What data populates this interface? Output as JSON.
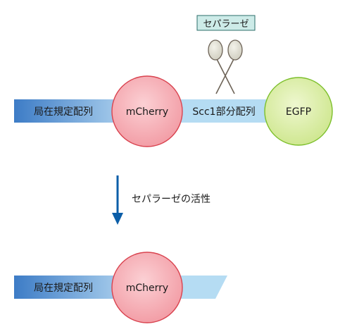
{
  "enzyme": {
    "label": "セパラーゼ",
    "box_fill": "#cdebe8",
    "box_stroke": "#2b6e6a"
  },
  "construct": {
    "localization_seq": "局在規定配列",
    "mcherry": "mCherry",
    "scc1_region": "Scc1部分配列",
    "egfp": "EGFP"
  },
  "step": {
    "label": "セパラーゼの活性",
    "arrow_color": "#0b5ea8"
  },
  "product": {
    "localization_seq": "局在規定配列",
    "mcherry": "mCherry"
  },
  "colors": {
    "loc_dark": "#3f7fc8",
    "loc_light": "#a9cdec",
    "linker": "#b5dcf3",
    "mcherry_fill": "#f6a9b0",
    "mcherry_stroke": "#d9434f",
    "egfp_fill": "#d6ec9c",
    "egfp_stroke": "#7cbf2b",
    "enzyme_head": "#dcdcd0",
    "enzyme_stroke": "#6d6357"
  }
}
